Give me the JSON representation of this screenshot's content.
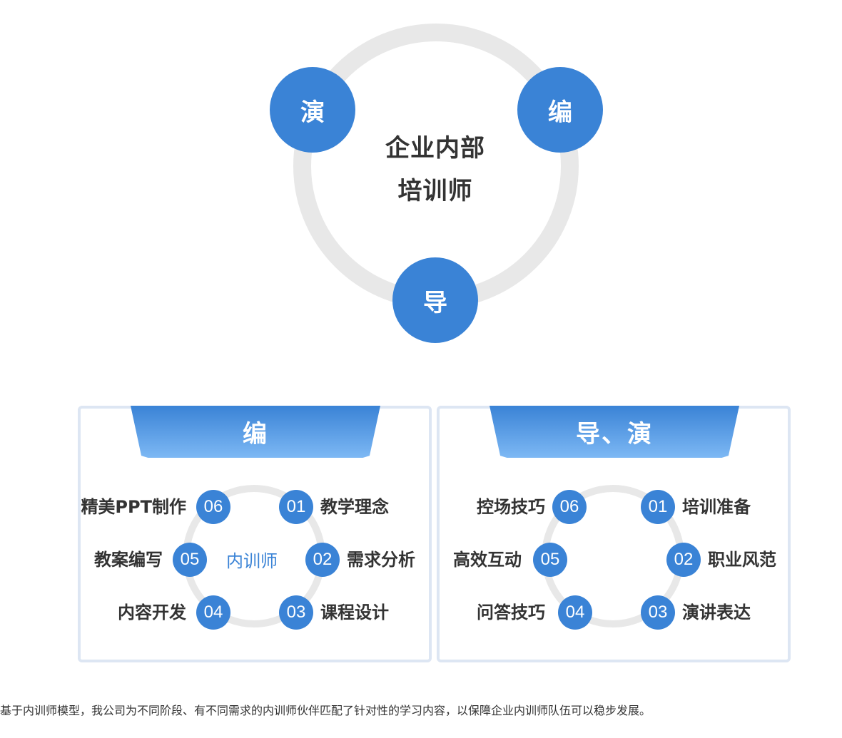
{
  "diagram": {
    "center_line1": "企业内部",
    "center_line2": "培训师",
    "node_yan": "演",
    "node_bian": "编",
    "node_dao": "导"
  },
  "panel_left": {
    "title": "编",
    "center": "内训师",
    "items": [
      {
        "num": "01",
        "label": "教学理念"
      },
      {
        "num": "02",
        "label": "需求分析"
      },
      {
        "num": "03",
        "label": "课程设计"
      },
      {
        "num": "04",
        "label": "内容开发"
      },
      {
        "num": "05",
        "label": "教案编写"
      },
      {
        "num": "06",
        "label": "精美PPT制作"
      }
    ]
  },
  "panel_right": {
    "title": "导、演",
    "items": [
      {
        "num": "01",
        "label": "培训准备"
      },
      {
        "num": "02",
        "label": "职业风范"
      },
      {
        "num": "03",
        "label": "演讲表达"
      },
      {
        "num": "04",
        "label": "问答技巧"
      },
      {
        "num": "05",
        "label": "高效互动"
      },
      {
        "num": "06",
        "label": "控场技巧"
      }
    ]
  },
  "caption": "基于内训师模型，我公司为不同阶段、有不同需求的内训师伙伴匹配了针对性的学习内容，以保障企业内训师队伍可以稳步发展。",
  "colors": {
    "accent": "#3a83d6",
    "ring": "#e8e8e8",
    "panel_border": "#dde6f3"
  }
}
